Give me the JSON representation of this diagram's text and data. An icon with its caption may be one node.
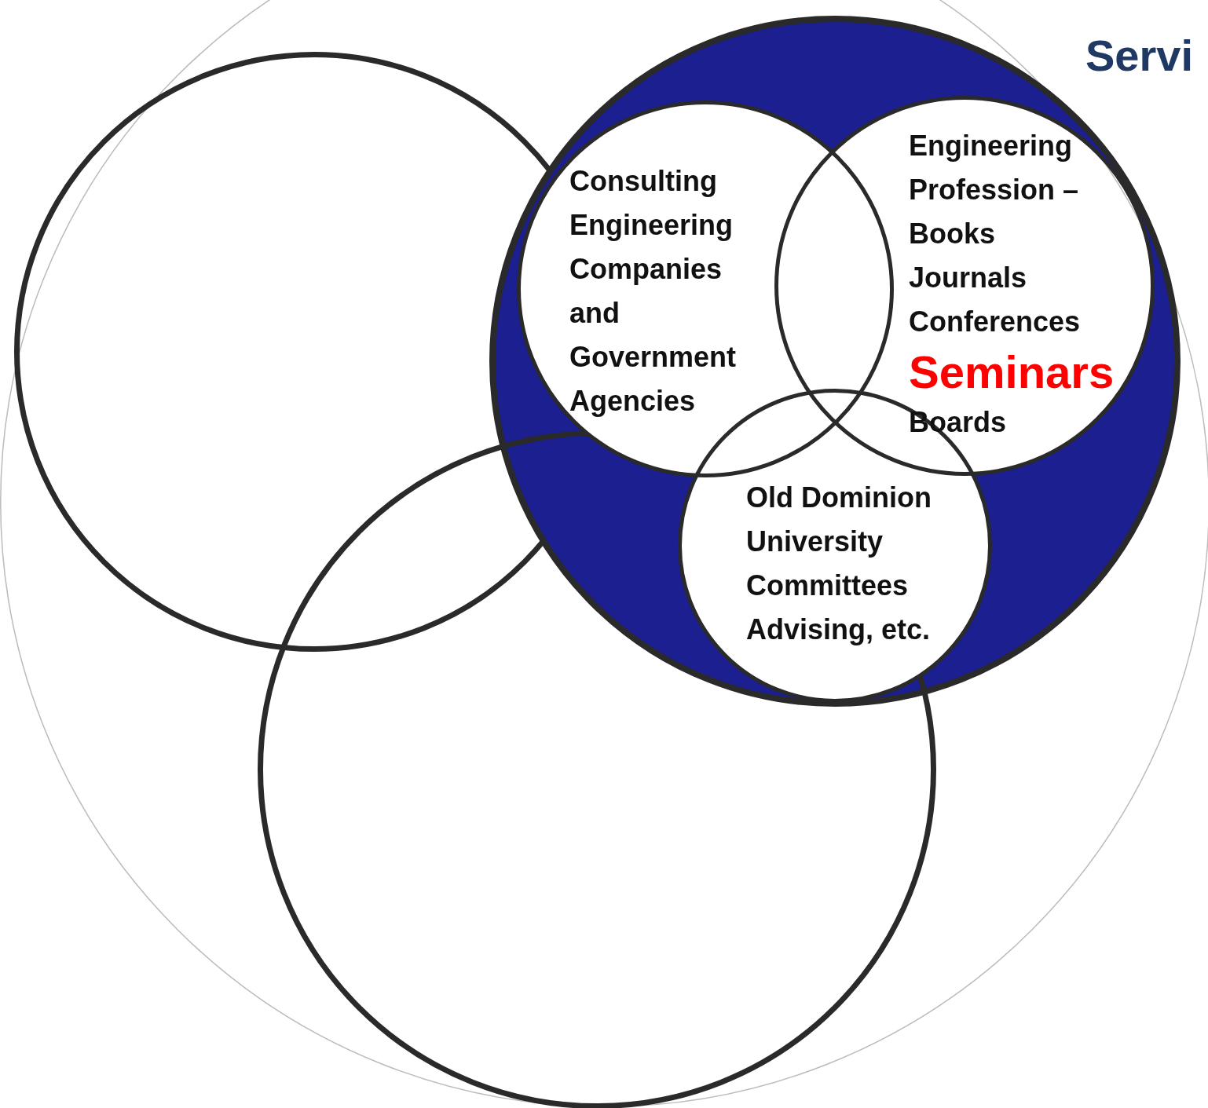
{
  "diagram": {
    "title": "Servi",
    "nodes": [
      {
        "text": [],
        "shape": "circle"
      },
      {
        "text": [],
        "shape": "circle",
        "in": 0
      },
      {
        "text": [],
        "shape": "circle",
        "in": 0
      },
      {
        "text": [
          "Consulting Engineering Companies and Government Agencies"
        ],
        "in": 2
      },
      {
        "text": [
          "Engineering Profession –",
          "Books",
          "Journals",
          "Conferences",
          "Seminars",
          "Boards"
        ],
        "in": 2
      },
      {
        "text": [
          "Old Dominion University",
          "Committees",
          "Advising, etc."
        ],
        "in": 2
      },
      {
        "text": [],
        "shape": "circle",
        "in": 0
      }
    ]
  }
}
